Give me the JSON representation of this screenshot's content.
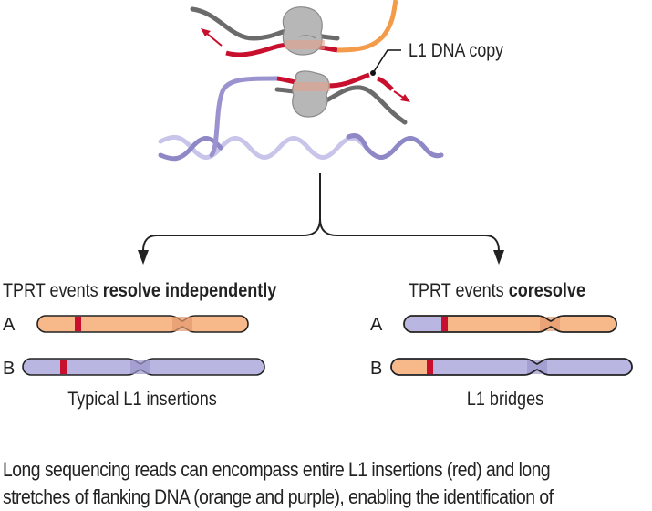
{
  "diagram": {
    "callout_label": "L1 DNA copy",
    "left_panel": {
      "title_prefix": "TPRT events ",
      "title_bold": "resolve independently",
      "row_a_label": "A",
      "row_b_label": "B",
      "caption": "Typical L1 insertions"
    },
    "right_panel": {
      "title_prefix": "TPRT events ",
      "title_bold": "coresolve",
      "row_a_label": "A",
      "row_b_label": "B",
      "caption": "L1 bridges"
    },
    "colors": {
      "orange": "#F7B98A",
      "purple": "#B9B6E2",
      "red": "#C8102E",
      "gray_strand": "#6B6B6B",
      "orange_strand": "#F39B4B",
      "purple_strand": "#9A93CF",
      "enzyme": "#B5B5B5"
    }
  },
  "caption_lines": [
    "Long sequencing reads can encompass entire L1 insertions (red) and long",
    "stretches of flanking DNA (orange and purple), enabling the identification of"
  ]
}
